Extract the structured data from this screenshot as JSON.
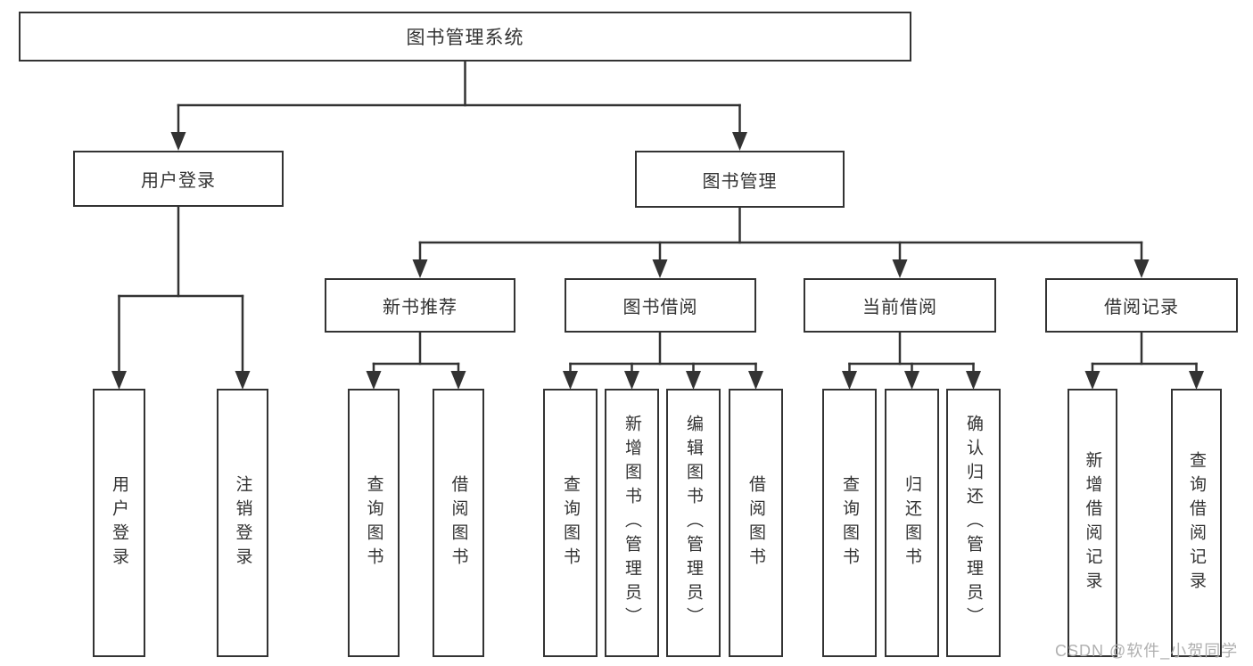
{
  "diagram": {
    "type": "hierarchy-tree",
    "tree": {
      "label": "图书管理系统",
      "children": [
        {
          "label": "用户登录",
          "children": [
            {
              "label": "用户登录"
            },
            {
              "label": "注销登录"
            }
          ]
        },
        {
          "label": "图书管理",
          "children": [
            {
              "label": "新书推荐",
              "children": [
                {
                  "label": "查询图书"
                },
                {
                  "label": "借阅图书"
                }
              ]
            },
            {
              "label": "图书借阅",
              "children": [
                {
                  "label": "查询图书"
                },
                {
                  "label": "新增图书（管理员）"
                },
                {
                  "label": "编辑图书（管理员）"
                },
                {
                  "label": "借阅图书"
                }
              ]
            },
            {
              "label": "当前借阅",
              "children": [
                {
                  "label": "查询图书"
                },
                {
                  "label": "归还图书"
                },
                {
                  "label": "确认归还（管理员）"
                }
              ]
            },
            {
              "label": "借阅记录",
              "children": [
                {
                  "label": "新增借阅记录"
                },
                {
                  "label": "查询借阅记录"
                }
              ]
            }
          ]
        }
      ]
    },
    "colors": {
      "line": "#333333",
      "box_border": "#333333",
      "text": "#333333",
      "watermark": "#acacac",
      "background": "#ffffff"
    }
  },
  "watermark": {
    "text": "CSDN @软件_小贺同学"
  }
}
